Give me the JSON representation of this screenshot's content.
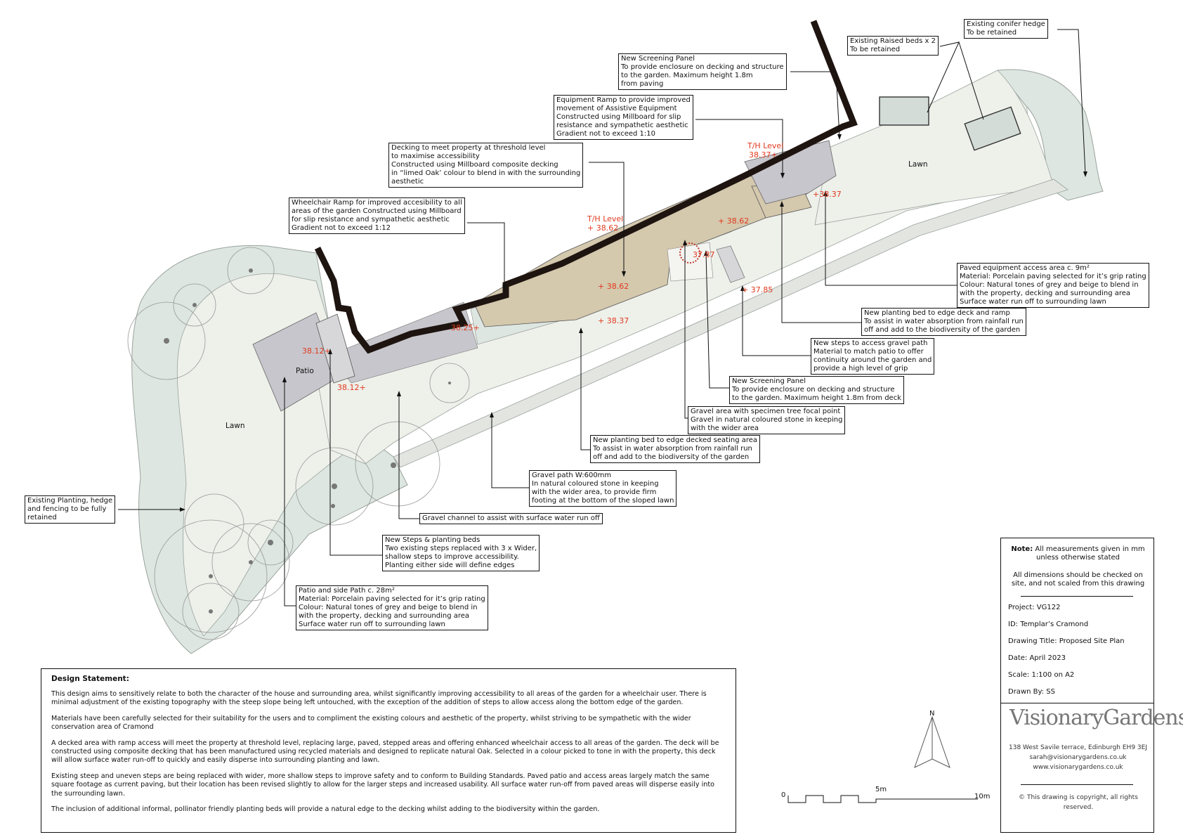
{
  "annotations": [
    {
      "key": "existing_conifer_hedge",
      "lines": [
        "Existing conifer hedge",
        "To be retained"
      ]
    },
    {
      "key": "existing_raised_beds",
      "lines": [
        "Existing Raised beds x 2",
        "To be retained"
      ]
    },
    {
      "key": "new_screening_panel_top",
      "lines": [
        "New Screening Panel",
        "To provide enclosure on decking and structure",
        "to the garden.  Maximum height 1.8m",
        "from  paving"
      ]
    },
    {
      "key": "equipment_ramp",
      "lines": [
        "Equipment Ramp to provide improved",
        "movement of Assistive Equipment",
        "Constructed using Millboard for slip",
        "resistance and sympathetic aesthetic",
        "Gradient not to exceed 1:10"
      ]
    },
    {
      "key": "decking",
      "lines": [
        "Decking to meet property at threshold level",
        "to maximise accessibility",
        "Constructed using Millboard composite decking",
        "in “limed Oak’ colour to blend in with the surrounding",
        "aesthetic"
      ]
    },
    {
      "key": "wheelchair_ramp",
      "lines": [
        "Wheelchair Ramp for improved accesibility to all",
        "areas of the garden Constructed using Millboard",
        "for slip resistance and sympathetic aesthetic",
        "Gradient not to exceed 1:12"
      ]
    },
    {
      "key": "paved_equipment_area",
      "lines": [
        "Paved equipment access area c. 9m²",
        "Material: Porcelain paving selected for it’s grip rating",
        "Colour: Natural tones of grey and beige to blend in",
        "with the property, decking and surrounding area",
        "Surface water run off to surrounding lawn"
      ]
    },
    {
      "key": "planting_bed_deck_ramp",
      "lines": [
        "New planting bed to edge deck and ramp",
        "To assist in water absorption from rainfall run",
        "off and add to the biodiversity of the garden"
      ]
    },
    {
      "key": "new_steps_gravel",
      "lines": [
        "New steps to access gravel path",
        "Material to match patio to offer",
        "continuity around the garden and",
        "provide a high level of grip"
      ]
    },
    {
      "key": "new_screening_panel_deck",
      "lines": [
        "New Screening Panel",
        "To provide enclosure on decking and structure",
        "to the garden.  Maximum height 1.8m from deck"
      ]
    },
    {
      "key": "gravel_area_tree",
      "lines": [
        "Gravel area with specimen tree focal point",
        "Gravel in natural coloured stone in keeping",
        "with the wider area"
      ]
    },
    {
      "key": "planting_bed_seating",
      "lines": [
        "New planting bed to edge decked seating area",
        "To assist in water absorption from rainfall run",
        "off and add to the biodiversity of the garden"
      ]
    },
    {
      "key": "gravel_path",
      "lines": [
        "Gravel path W:600mm",
        "In natural coloured stone in keeping",
        "with the wider area, to provide firm",
        "footing at the bottom of the sloped lawn"
      ]
    },
    {
      "key": "gravel_channel",
      "lines": [
        "Gravel channel to assist with surface water run off"
      ]
    },
    {
      "key": "existing_planting",
      "lines": [
        "Existing Planting, hedge",
        "and fencing to be fully",
        "retained"
      ]
    },
    {
      "key": "new_steps_planting",
      "lines": [
        "New Steps & planting beds",
        "Two existing steps replaced with 3 x Wider,",
        "shallow steps to improve accessibility.",
        "Planting either side will define edges"
      ]
    },
    {
      "key": "patio_side_path",
      "lines": [
        "Patio and side Path c. 28m²",
        "Material: Porcelain paving selected for it’s grip rating",
        "Colour: Natural tones of grey and beige to blend in",
        "with the property, decking and surrounding area",
        "Surface water run off to surrounding lawn"
      ]
    }
  ],
  "levels": {
    "th_right_label": "T/H Level",
    "th_right_value": "38.37+",
    "th_left_label": "T/H Level",
    "th_left_value": "+ 38.62",
    "l_3837_right": "+38.37",
    "l_3862_upper": "+ 38.62",
    "l_3862_deck": "+ 38.62",
    "l_3837_lower": "+ 38.37",
    "l_3785": "+ 37.85",
    "l_3825": "38.25+",
    "l_3812_top": "38.12+",
    "l_3812_bot": "38.12+",
    "l_3787": "37.87"
  },
  "area_labels": {
    "lawn_right": "Lawn",
    "lawn_left": "Lawn",
    "patio": "Patio"
  },
  "design_statement": {
    "title": "Design Statement:",
    "paragraphs": [
      "This design aims to sensitively relate to both the character of the house and surrounding area, whilst significantly improving accessibility to all areas of the garden for a wheelchair user. There is minimal adjustment of the existing topography with the steep slope being left untouched, with the exception of the addition of steps to allow access along the bottom edge of the garden.",
      "Materials have been carefully selected for their suitability for the users and to compliment the existing colours and aesthetic of the property, whilst striving to be sympathetic with the wider conservation area of Cramond",
      "A decked area with ramp access will meet the property at threshold level, replacing large, paved, stepped areas and offering enhanced wheelchair access to all areas of the garden. The deck will be constructed using composite decking that has been manufactured using recycled materials and designed to replicate natural Oak. Selected in a colour picked to tone in with the property, this deck will allow surface water run-off to quickly and easily disperse into surrounding planting and lawn.",
      "Existing steep and uneven steps are being replaced with wider, more shallow steps to improve safety and to conform to Building Standards. Paved patio and access areas largely match the same square footage as current paving, but their location has been revised slightly to allow for the larger steps and increased usability. All surface water run-off from paved areas will disperse easily into the surrounding lawn.",
      "The inclusion of additional informal, pollinator friendly planting beds will provide a natural edge to the decking whilst adding to the biodiversity within the garden."
    ]
  },
  "title_block": {
    "note_bold": "Note:",
    "note_text": " All measurements given in mm unless otherwise stated",
    "note2": "All dimensions should be checked on site, and not scaled from this drawing",
    "project": "Project: VG122",
    "id": "ID: Templar’s Cramond",
    "drawing_title": "Drawing Title: Proposed Site Plan",
    "date": "Date: April 2023",
    "scale": "Scale: 1:100 on A2",
    "drawn_by": "Drawn By: SS",
    "logo": "VisionaryGardens",
    "address": "138 West Savile terrace, Edinburgh EH9 3EJ",
    "email": "sarah@visionarygardens.co.uk",
    "web": "www.visionarygardens.co.uk",
    "copyright": "© This drawing is copyright, all rights reserved."
  },
  "scale_bar": {
    "zero": "0",
    "mid": "5m",
    "end": "10m"
  },
  "north_label": "N",
  "colors": {
    "lawn": "#eef0ea",
    "planting": "#dde6e1",
    "paving": "#c7c6cc",
    "decking": "#d4c8ad",
    "wall": "#1e1410",
    "level": "#e03a1e"
  }
}
